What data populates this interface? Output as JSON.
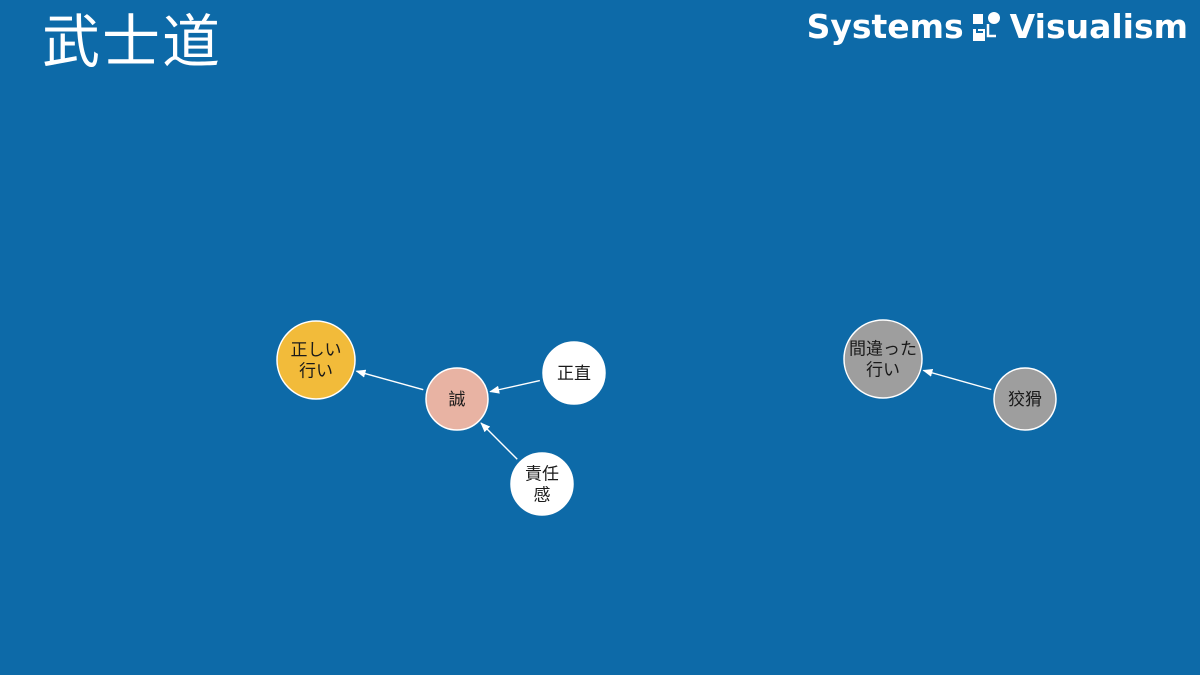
{
  "title": "武士道",
  "brand": {
    "left_text": "Systems",
    "right_text": "Visualism",
    "logo_icon": "systems-visualism-logo-icon"
  },
  "colors": {
    "background": "#0d6aa8",
    "node_gold": "#f2bb3a",
    "node_pink": "#e8b3a3",
    "node_white": "#ffffff",
    "node_gray": "#9e9e9e",
    "edge": "#ffffff"
  },
  "diagram": {
    "nodes": [
      {
        "id": "tadashii",
        "lines": [
          "正しい",
          "行い"
        ],
        "fill": "#f2bb3a"
      },
      {
        "id": "makoto",
        "lines": [
          "誠"
        ],
        "fill": "#e8b3a3"
      },
      {
        "id": "shoujiki",
        "lines": [
          "正直"
        ],
        "fill": "#ffffff"
      },
      {
        "id": "sekinin",
        "lines": [
          "責任",
          "感"
        ],
        "fill": "#ffffff"
      },
      {
        "id": "machigatta",
        "lines": [
          "間違った",
          "行い"
        ],
        "fill": "#9e9e9e"
      },
      {
        "id": "koukatsu",
        "lines": [
          "狡猾"
        ],
        "fill": "#9e9e9e"
      }
    ],
    "edges": [
      {
        "from": "makoto",
        "to": "tadashii"
      },
      {
        "from": "shoujiki",
        "to": "makoto"
      },
      {
        "from": "sekinin",
        "to": "makoto"
      },
      {
        "from": "koukatsu",
        "to": "machigatta"
      }
    ]
  }
}
